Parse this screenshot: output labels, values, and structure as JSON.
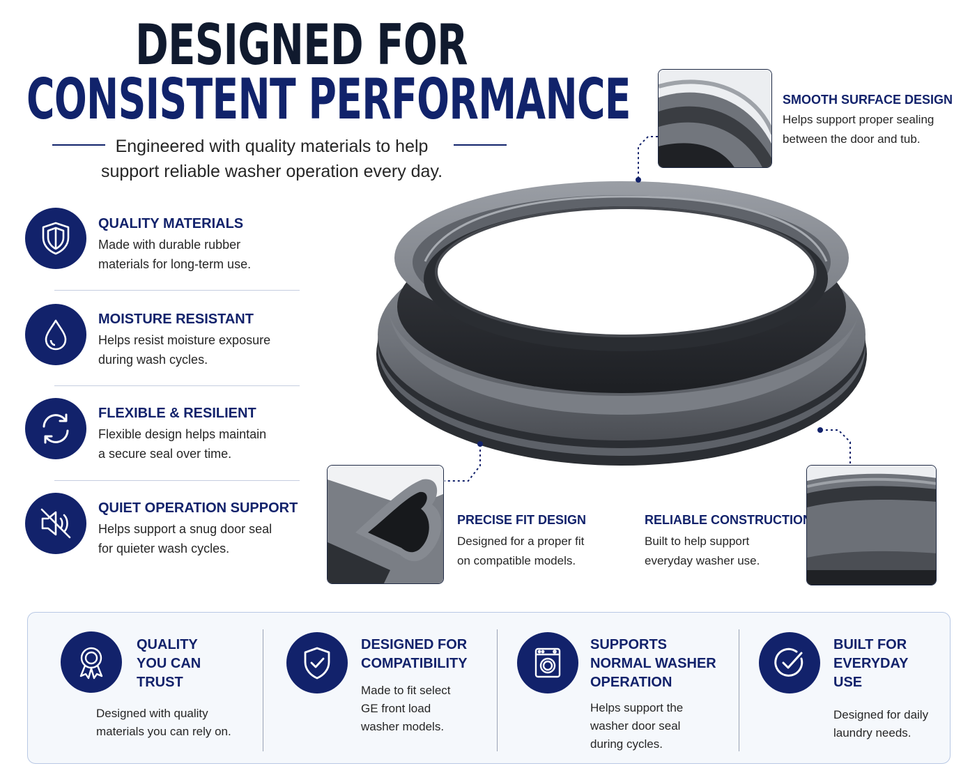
{
  "header": {
    "title_line1": "DESIGNED FOR",
    "title_line2": "CONSISTENT PERFORMANCE",
    "subtitle_line1": "Engineered with quality materials to help",
    "subtitle_line2": "support reliable washer operation every day."
  },
  "features": [
    {
      "icon": "shield-icon",
      "title": "QUALITY MATERIALS",
      "desc_line1": "Made with durable rubber",
      "desc_line2": "materials for long-term use."
    },
    {
      "icon": "water-drop-icon",
      "title": "MOISTURE RESISTANT",
      "desc_line1": "Helps resist moisture exposure",
      "desc_line2": "during wash cycles."
    },
    {
      "icon": "refresh-arrows-icon",
      "title": "FLEXIBLE & RESILIENT",
      "desc_line1": "Flexible design helps maintain",
      "desc_line2": "a secure seal over time."
    },
    {
      "icon": "speaker-muted-icon",
      "title": "QUIET OPERATION SUPPORT",
      "desc_line1": "Helps support a snug door seal",
      "desc_line2": "for quieter wash cycles."
    }
  ],
  "callouts": {
    "smooth": {
      "title": "SMOOTH SURFACE DESIGN",
      "desc_line1": "Helps support proper sealing",
      "desc_line2": "between the door and tub."
    },
    "precise": {
      "title": "PRECISE FIT DESIGN",
      "desc_line1": "Designed for a proper fit",
      "desc_line2": "on compatible models."
    },
    "reliable": {
      "title": "RELIABLE CONSTRUCTION",
      "desc_line1": "Built to help support",
      "desc_line2": "everyday washer use."
    }
  },
  "bottom": [
    {
      "icon": "award-ribbon-icon",
      "title_lines": [
        "QUALITY",
        "YOU CAN",
        "TRUST"
      ],
      "desc_lines": [
        "Designed with quality",
        "materials you can rely on."
      ]
    },
    {
      "icon": "shield-check-icon",
      "title_lines": [
        "DESIGNED FOR",
        "COMPATIBILITY"
      ],
      "desc_lines": [
        "Made to fit select",
        "GE front load",
        "washer models."
      ]
    },
    {
      "icon": "washing-machine-icon",
      "title_lines": [
        "SUPPORTS",
        "NORMAL WASHER",
        "OPERATION"
      ],
      "desc_lines": [
        "Helps support the",
        "washer door seal",
        "during cycles."
      ]
    },
    {
      "icon": "check-circle-icon",
      "title_lines": [
        "BUILT FOR",
        "EVERYDAY",
        "USE"
      ],
      "desc_lines": [
        "Designed for daily",
        "laundry needs."
      ]
    }
  ],
  "colors": {
    "navy": "#12226b",
    "rubber_gray": "#6b6f76",
    "rubber_dark": "#2a2d33",
    "strip_bg": "#f5f8fc"
  }
}
